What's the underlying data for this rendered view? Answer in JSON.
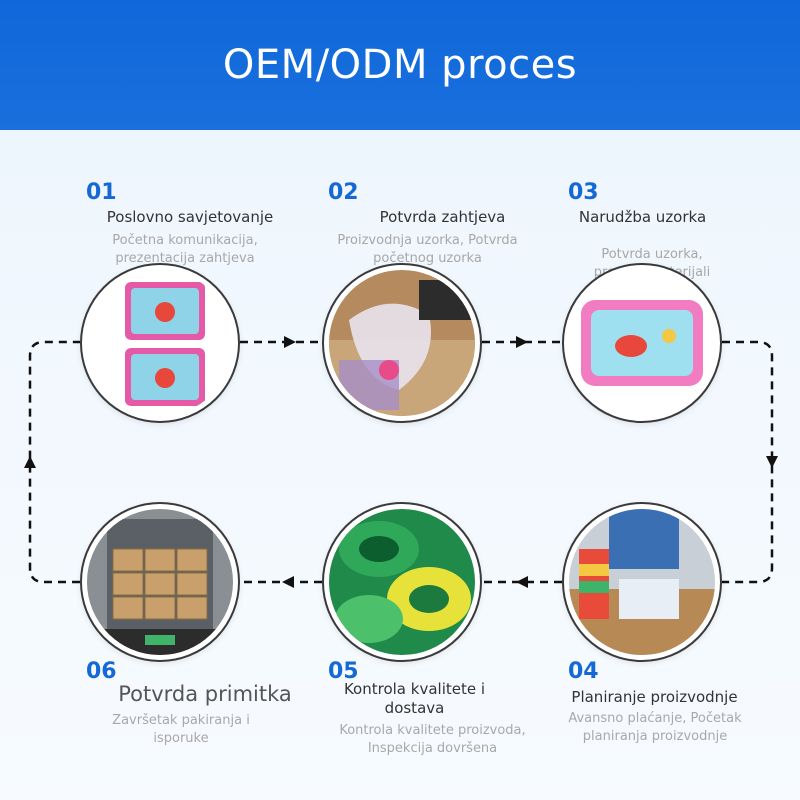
{
  "header": {
    "title": "OEM/ODM proces"
  },
  "colors": {
    "header": "#1569d4",
    "number": "#1569d4",
    "line": "#111111"
  },
  "steps": [
    {
      "number": "01",
      "title": "Poslovno savjetovanje",
      "description": "Početna komunikacija, prezentacija zahtjeva",
      "image": "two-crab-play-mats"
    },
    {
      "number": "02",
      "title": "Potvrda zahtjeva",
      "description": "Proizvodnja uzorka, Potvrda početnog uzorka",
      "image": "workers-handling-vinyl-mat"
    },
    {
      "number": "03",
      "title": "Narudžba uzorka",
      "description": "Potvrda uzorka, proces i materijali",
      "image": "pink-crab-water-mat"
    },
    {
      "number": "04",
      "title": "Planiranje proizvodnje",
      "description": "Avansno plaćanje, Početak planiranja proizvodnje",
      "image": "worker-at-welding-machine"
    },
    {
      "number": "05",
      "title": "Kontrola kvalitete i dostava",
      "description": "Kontrola kvalitete proizvoda, Inspekcija dovršena",
      "image": "green-inflatable-rings"
    },
    {
      "number": "06",
      "title": "Potvrda primitka",
      "description": "Završetak pakiranja i isporuke",
      "image": "truck-loaded-with-boxes"
    }
  ]
}
